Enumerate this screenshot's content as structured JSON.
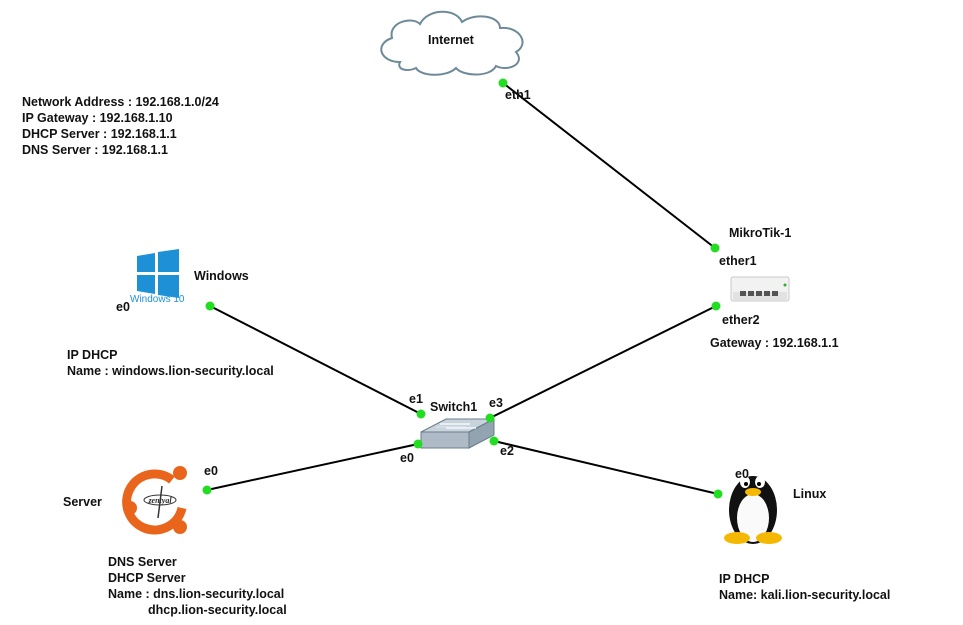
{
  "network_info": [
    "Network Address : 192.168.1.0/24",
    "IP Gateway : 192.168.1.10",
    "DHCP Server : 192.168.1.1",
    "DNS Server : 192.168.1.1"
  ],
  "nodes": {
    "internet": {
      "name": "Internet"
    },
    "mikrotik": {
      "name": "MikroTik-1",
      "note": "Gateway : 192.168.1.1"
    },
    "switch": {
      "name": "Switch1"
    },
    "windows": {
      "name": "Windows",
      "logo_caption": "Windows 10",
      "notes": [
        "IP DHCP",
        "Name : windows.lion-security.local"
      ]
    },
    "server": {
      "name": "Server",
      "logo_text": "zentyal",
      "notes": [
        "DNS Server",
        "DHCP Server",
        "Name : dns.lion-security.local",
        "dhcp.lion-security.local"
      ]
    },
    "linux": {
      "name": "Linux",
      "notes": [
        "IP DHCP",
        "Name: kali.lion-security.local"
      ]
    }
  },
  "ports": {
    "internet_eth1": "eth1",
    "mikrotik_ether1": "ether1",
    "mikrotik_ether2": "ether2",
    "windows_e0": "e0",
    "server_e0": "e0",
    "linux_e0": "e0",
    "switch_e0": "e0",
    "switch_e1": "e1",
    "switch_e2": "e2",
    "switch_e3": "e3"
  },
  "colors": {
    "link": "#000000",
    "port_dot": "#22dd22",
    "cloud_stroke": "#6e8a99",
    "cloud_fill": "#ffffff",
    "windows_blue": "#1e90d6",
    "server_orange": "#e8651b"
  }
}
